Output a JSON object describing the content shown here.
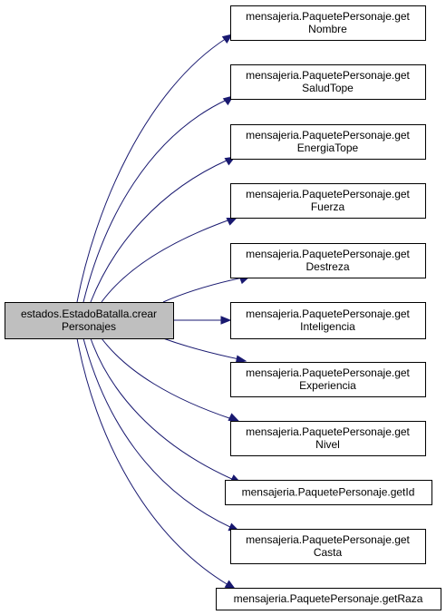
{
  "graph": {
    "source": {
      "lines": [
        "estados.EstadoBatalla.crear",
        "Personajes"
      ]
    },
    "targets": [
      {
        "lines": [
          "mensajeria.PaquetePersonaje.get",
          "Nombre"
        ]
      },
      {
        "lines": [
          "mensajeria.PaquetePersonaje.get",
          "SaludTope"
        ]
      },
      {
        "lines": [
          "mensajeria.PaquetePersonaje.get",
          "EnergiaTope"
        ]
      },
      {
        "lines": [
          "mensajeria.PaquetePersonaje.get",
          "Fuerza"
        ]
      },
      {
        "lines": [
          "mensajeria.PaquetePersonaje.get",
          "Destreza"
        ]
      },
      {
        "lines": [
          "mensajeria.PaquetePersonaje.get",
          "Inteligencia"
        ]
      },
      {
        "lines": [
          "mensajeria.PaquetePersonaje.get",
          "Experiencia"
        ]
      },
      {
        "lines": [
          "mensajeria.PaquetePersonaje.get",
          "Nivel"
        ]
      },
      {
        "lines": [
          "mensajeria.PaquetePersonaje.getId"
        ]
      },
      {
        "lines": [
          "mensajeria.PaquetePersonaje.get",
          "Casta"
        ]
      },
      {
        "lines": [
          "mensajeria.PaquetePersonaje.getRaza"
        ]
      }
    ],
    "colors": {
      "edge": "#191970",
      "source_fill": "#bfbfbf",
      "target_fill": "#ffffff",
      "border": "#000000"
    }
  }
}
